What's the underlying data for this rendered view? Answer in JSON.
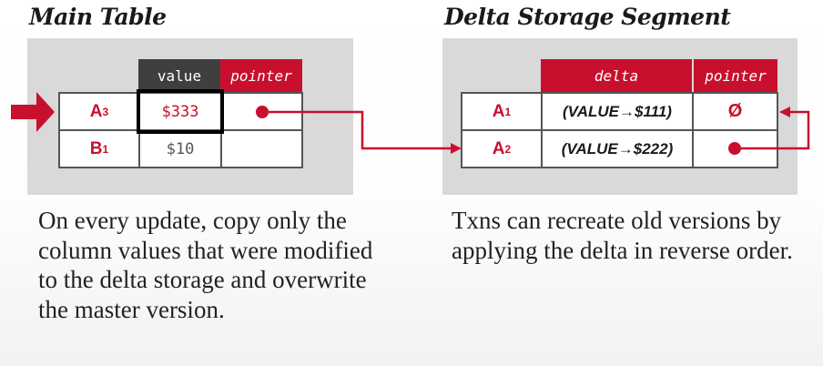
{
  "main_table": {
    "title": "Main Table",
    "headers": {
      "value": "value",
      "pointer": "pointer"
    },
    "rows": [
      {
        "key": "A",
        "key_sub": "3",
        "value": "$333",
        "highlighted": true
      },
      {
        "key": "B",
        "key_sub": "1",
        "value": "$10"
      }
    ],
    "caption": "On every update, copy only the column values that were modified to the delta storage and overwrite the master version."
  },
  "delta_storage": {
    "title": "Delta Storage Segment",
    "headers": {
      "delta": "delta",
      "pointer": "pointer"
    },
    "rows": [
      {
        "key": "A",
        "key_sub": "1",
        "delta": "(VALUE→$111)",
        "pointer": "Ø"
      },
      {
        "key": "A",
        "key_sub": "2",
        "delta": "(VALUE→$222)"
      }
    ],
    "caption": "Txns can recreate old versions by applying the delta in reverse order."
  },
  "colors": {
    "accent": "#c8102e",
    "header_dark": "#3f3f3f",
    "panel_bg": "#d9d9d9"
  }
}
